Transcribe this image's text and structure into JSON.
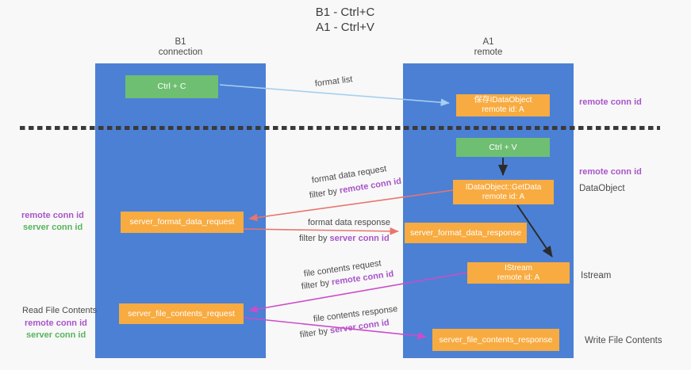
{
  "title": {
    "line1": "B1 - Ctrl+C",
    "line2": "A1 - Ctrl+V"
  },
  "lanes": {
    "left": {
      "title": "B1",
      "subtitle": "connection"
    },
    "right": {
      "title": "A1",
      "subtitle": "remote"
    }
  },
  "boxes": {
    "ctrl_c": {
      "label": "Ctrl + C"
    },
    "save_idataobject": {
      "line1": "保存IDataObject",
      "line2": "remote id: A"
    },
    "ctrl_v": {
      "label": "Ctrl + V"
    },
    "getdata": {
      "line1": "IDataObject::GetData",
      "line2": "remote id: A"
    },
    "format_request": {
      "label": "server_format_data_request"
    },
    "format_response": {
      "label": "server_format_data_response"
    },
    "istream": {
      "line1": "IStream",
      "line2": "remote id: A"
    },
    "file_request": {
      "label": "server_file_contents_request"
    },
    "file_response": {
      "label": "server_file_contents_response"
    }
  },
  "flow_labels": {
    "format_list": "format list",
    "format_data_request": "format data request",
    "filter_by_1": "filter by ",
    "filter_remote_1": "remote conn id",
    "format_data_response": "format data response",
    "filter_by_2": "filter by ",
    "filter_server_2": "server conn id",
    "file_contents_request": "file contents request",
    "filter_by_3": "filter by ",
    "filter_remote_3": "remote conn id",
    "file_contents_response": "file contents response",
    "filter_by_4": "filter by ",
    "filter_server_4": "server conn id"
  },
  "side_labels": {
    "left_remote_1": "remote conn id",
    "left_server_1": "server conn id",
    "read_file_contents": "Read File Contents",
    "left_remote_2": "remote conn id",
    "left_server_2": "server conn id",
    "right_remote_1": "remote conn id",
    "right_remote_2": "remote conn id",
    "dataobject": "DataObject",
    "istream": "Istream",
    "write_file_contents": "Write File Contents"
  },
  "colors": {
    "background": "#f8f8f8",
    "lane_blue": "#4b80d5",
    "green_box": "#6fbf72",
    "orange_box": "#f8ab40",
    "purple_label": "#a855c8",
    "green_label": "#56b45c",
    "arrow_blue": "#a7cfee",
    "arrow_red": "#e8756d",
    "arrow_magenta": "#cb4dc8",
    "arrow_black": "#2b2b2b",
    "dashed_line": "#3a3a3a"
  }
}
